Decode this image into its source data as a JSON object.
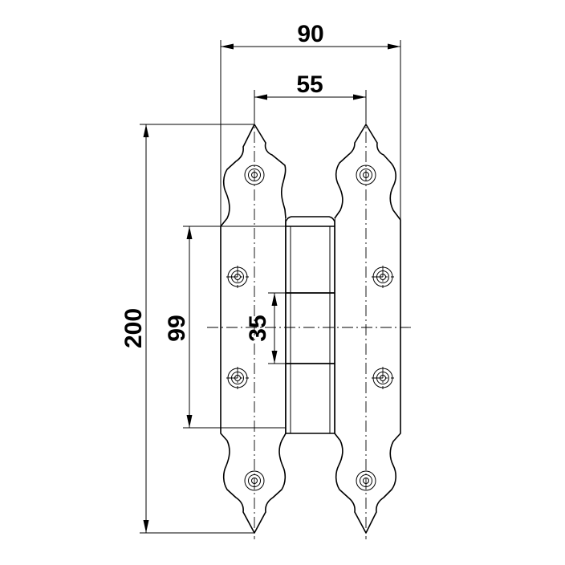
{
  "dimensions": {
    "overall_width": "90",
    "hole_spacing": "55",
    "overall_height": "200",
    "plate_height": "99",
    "knuckle_height": "35"
  },
  "hinge": {
    "leaves": 2,
    "holes_per_leaf": 4,
    "knuckles": 3
  }
}
